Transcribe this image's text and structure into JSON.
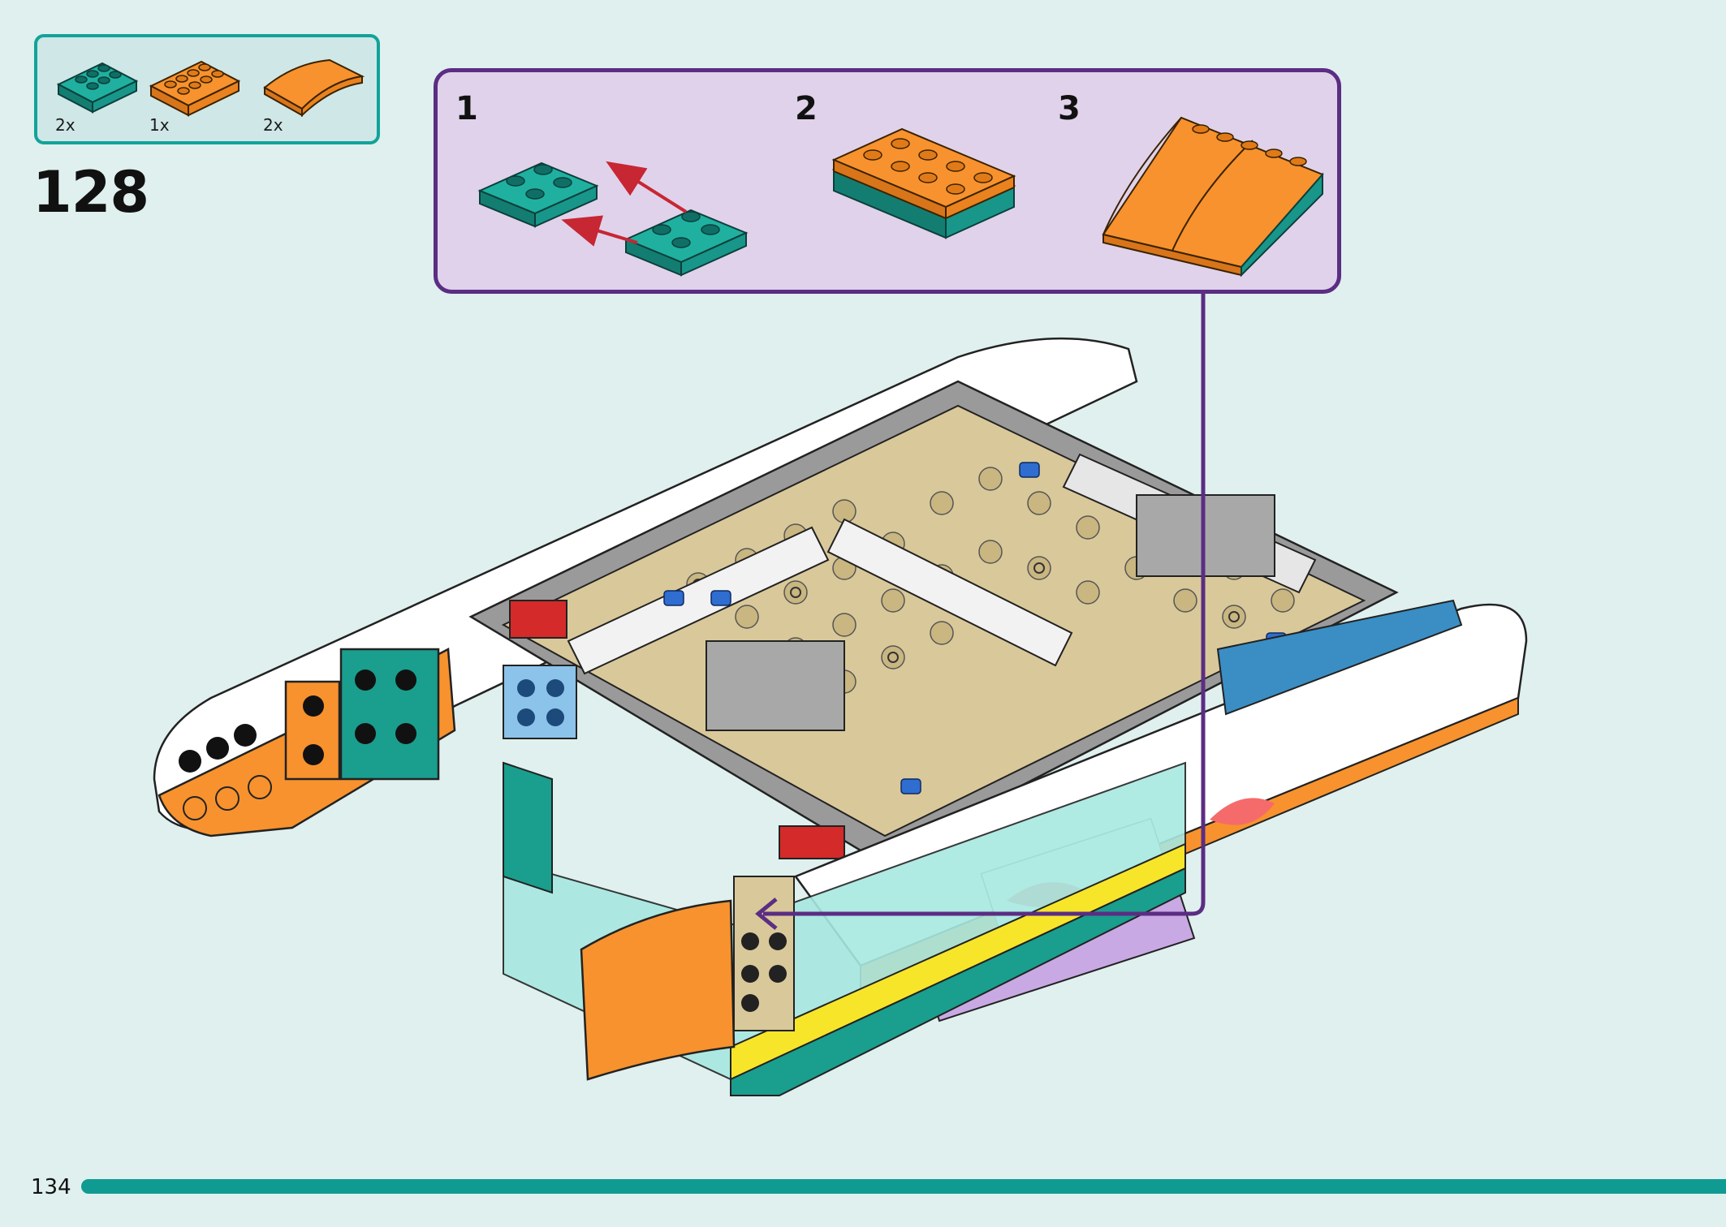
{
  "parts_list": {
    "items": [
      {
        "name": "teal-2x2-plate",
        "color": "#1a9e8e",
        "qty": "2x"
      },
      {
        "name": "orange-2x4-plate",
        "color": "#f7922e",
        "qty": "1x"
      },
      {
        "name": "orange-curved-slope",
        "color": "#f7922e",
        "qty": "2x"
      }
    ]
  },
  "step": {
    "number": "128"
  },
  "sub_steps": [
    {
      "number": "1"
    },
    {
      "number": "2"
    },
    {
      "number": "3"
    }
  ],
  "footer": {
    "page_number": "134"
  },
  "colors": {
    "background": "#dff0ee",
    "teal": "#1a9e8e",
    "orange": "#f7922e",
    "purple_frame": "#5b2d83",
    "sub_box_fill": "#e0d2ea",
    "tan": "#d9c89a",
    "page_bar": "#0f9b92"
  }
}
